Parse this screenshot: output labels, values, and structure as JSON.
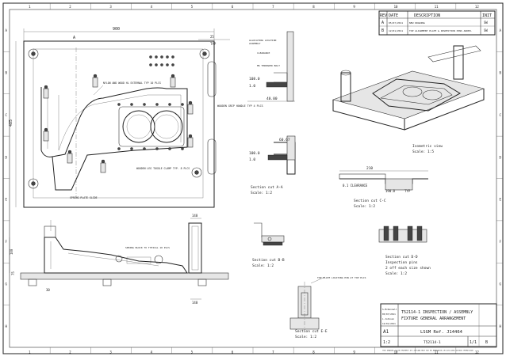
{
  "sheet": {
    "col_labels": [
      "1",
      "2",
      "3",
      "4",
      "5",
      "6",
      "7",
      "8",
      "9",
      "10",
      "11",
      "12"
    ],
    "row_labels": [
      "A",
      "B",
      "C",
      "D",
      "E",
      "F",
      "G",
      "H"
    ]
  },
  "revision_table": {
    "headers": [
      "REV",
      "DATE",
      "DESCRIPTION",
      "INIT"
    ],
    "rows": [
      {
        "rev": "A",
        "date": "05/07/2011",
        "desc": "NEW DRAWING",
        "init": "SW"
      },
      {
        "rev": "B",
        "date": "12/01/2011",
        "desc": "TOP ALIGNMENT PLATE & INSPECTION PINS ADDED.",
        "init": "SW"
      }
    ]
  },
  "plan_view": {
    "dim_width": "900",
    "dim_height": "485",
    "dim_25": "25",
    "dim_typ": "TYP",
    "label_a": "A",
    "note_spring": "SPRING PLATE SLIDE",
    "note_handle": "WOODEN GRIP HANDLE TYP 4 PLCS",
    "note_toggle": "WOODEN LEG TOGGLE CLAMP TYP. 8 PLCS",
    "note_spacer": "NYLON AND WOOD HL EXTERNAL TYP 10 PLCS"
  },
  "side_view": {
    "dim_140_top": "140",
    "dim_100": "100",
    "dim_30": "30",
    "dim_75": "75",
    "dim_140_bottom": "140",
    "note_spring": "SPRING BLOCK TO TYPICAL 10 PLCS"
  },
  "section_aa": {
    "note1": "ALLOCATING LOCATION",
    "note2": "ASSEMBLY",
    "note3": "CLEARANCE",
    "note4": "M6 THREADED BOLT",
    "dim1": "108.0",
    "dim2": "1.0",
    "dim3": "40.00",
    "dim4": "100.0",
    "dim5": "1.0",
    "dim6": "60.67",
    "title": "Section cut A-A",
    "scale": "Scale: 1:2"
  },
  "section_bb": {
    "title": "Section cut B-B",
    "scale": "Scale: 1:2"
  },
  "section_ee": {
    "note": "TOP PLATE LOCATING PIN AT TOP PLCS",
    "title": "Section cut E-E",
    "scale": "Scale: 1:2"
  },
  "section_cc": {
    "dim_210": "210",
    "dim_01": "0.1 CLEARANCE",
    "dim_19": "190.8",
    "dim_typ": "TYP",
    "title": "Section cut C-C",
    "scale": "Scale: 1:2"
  },
  "section_dd": {
    "title": "Section cut D-D",
    "line2": "Inspection pins",
    "line3": "2 off each size shown",
    "scale": "Scale: 1:2"
  },
  "iso_view": {
    "title": "Isometric view",
    "scale": "Scale: 1:5"
  },
  "title_block": {
    "drawn_by": "S.McDonnell",
    "date1": "05/07/2011",
    "checked": "L.Johnson",
    "date2": "12/01/2011",
    "size": "A1",
    "scale": "1:2",
    "title_line1": "T52114-1 INSPECTION / ASSEMBLY",
    "title_line2": "FIXTURE GENERAL ARRANGEMENT",
    "ref": "LSGM Ref. J14464",
    "drawing_no": "T52114-1",
    "sheet": "1/1",
    "rev_label": "B",
    "footer_note": "THIS DRAWING IS THE PROPERTY OF LSGM AND MUST NOT BE REPRODUCED OR DISCLOSED WITHOUT PERMISSION"
  }
}
